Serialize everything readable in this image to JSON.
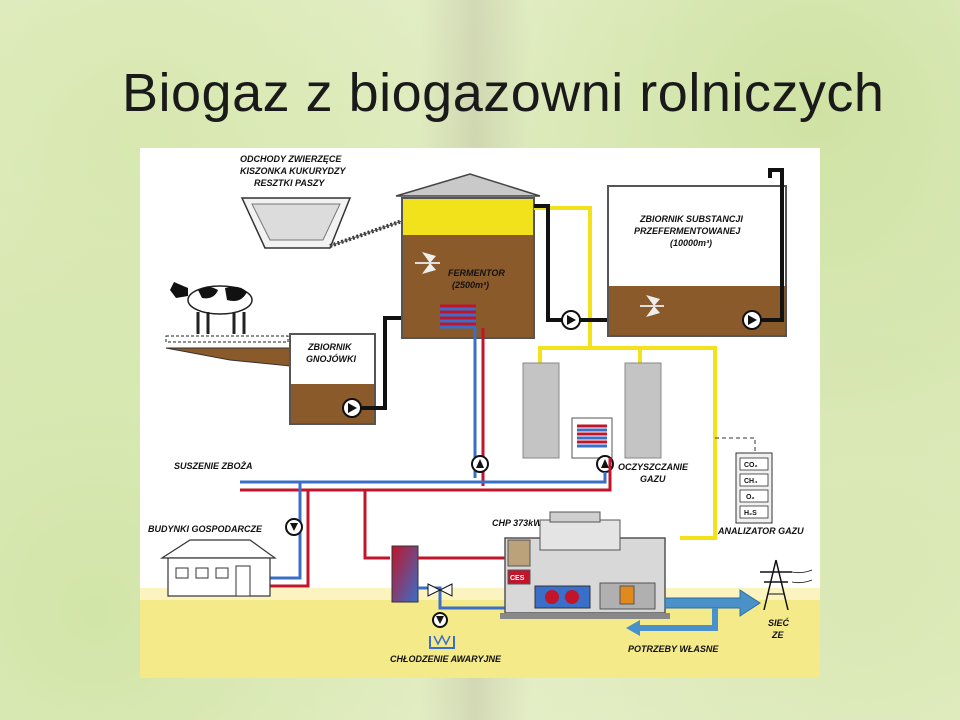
{
  "slide": {
    "title": "Biogaz z biogazowni rolniczych"
  },
  "diagram": {
    "feed_lines": [
      "ODCHODY ZWIERZĘCE",
      "KISZONKA KUKURYDZY",
      "RESZTKI PASZY"
    ],
    "fermentor_lines": [
      "FERMENTOR",
      "(2500m³)"
    ],
    "digestate_tank_lines": [
      "ZBIORNIK SUBSTANCJI",
      "PRZEFERMENTOWANEJ",
      "(10000m³)"
    ],
    "slurry_tank_lines": [
      "ZBIORNIK",
      "GNOJÓWKI"
    ],
    "grain_drying": "SUSZENIE ZBOŻA",
    "gas_cleaning_lines": [
      "OCZYSZCZANIE",
      "GAZU"
    ],
    "farm_buildings": "BUDYNKI GOSPODARCZE",
    "chp": "CHP 373kWel",
    "ces_logo": "CES",
    "gas_analyzer": "ANALIZATOR GAZU",
    "gas_components": [
      "CO₂",
      "CH₄",
      "O₂",
      "H₂S"
    ],
    "grid_lines": [
      "SIEĆ",
      "ZE"
    ],
    "own_needs": "POTRZEBY WŁASNE",
    "emergency_cooling": "CHŁODZENIE AWARYJNE"
  },
  "colors": {
    "slurry": "#8a5a2b",
    "biogas": "#f2e21c",
    "hot_water": "#c0152a",
    "cold_water": "#3a6fc9",
    "electricity": "#4a90c9",
    "pipe": "#111111",
    "tank_wall": "#555555"
  }
}
